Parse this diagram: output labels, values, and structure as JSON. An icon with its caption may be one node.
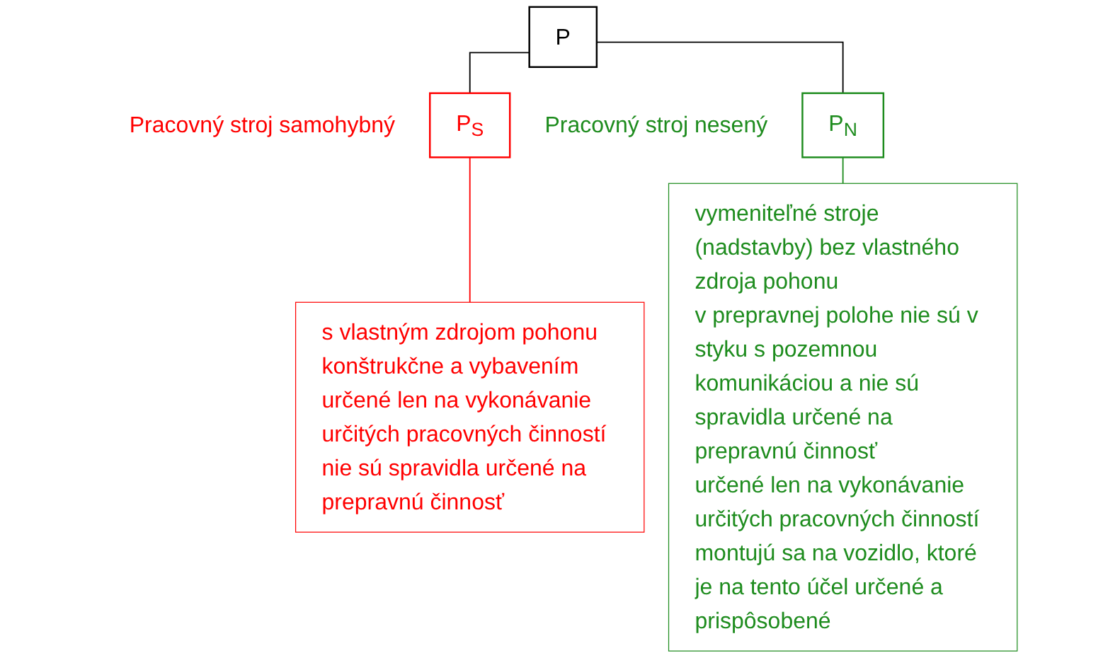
{
  "diagram": {
    "nodes": [
      {
        "text": [
          "P"
        ]
      },
      {
        "text": [
          "P$_{S}$"
        ],
        "beside": [
          "Pracovný stroj samohybný"
        ]
      },
      {
        "text": [
          "P$_{N}$"
        ],
        "beside": [
          "Pracovný stroj nesený"
        ]
      },
      {
        "text": [
          "s vlastným zdrojom pohonu",
          "konštrukčne a vybavením určené len na vykonávanie určitých pracovných činností",
          "nie sú spravidla určené na prepravnú činnosť"
        ]
      },
      {
        "text": [
          "vymeniteľné stroje (nadstavby) bez vlastného zdroja pohonu",
          "v prepravnej polohe nie sú v styku s pozemnou komunikáciou a nie sú spravidla určené na prepravnú činnosť",
          "určené len na vykonávanie určitých pracovných činností",
          "montujú sa na vozidlo, ktoré je na tento účel určené a prispôsobené"
        ]
      }
    ],
    "edges": [
      {
        "from": 0,
        "to": 1,
        "arrow": "none"
      },
      {
        "from": 0,
        "to": 2,
        "arrow": "none"
      },
      {
        "from": 1,
        "to": 3,
        "arrow": "none",
        "color": "#ff0000"
      },
      {
        "from": 2,
        "to": 4,
        "arrow": "none",
        "color": "#1e8c1e"
      }
    ]
  }
}
